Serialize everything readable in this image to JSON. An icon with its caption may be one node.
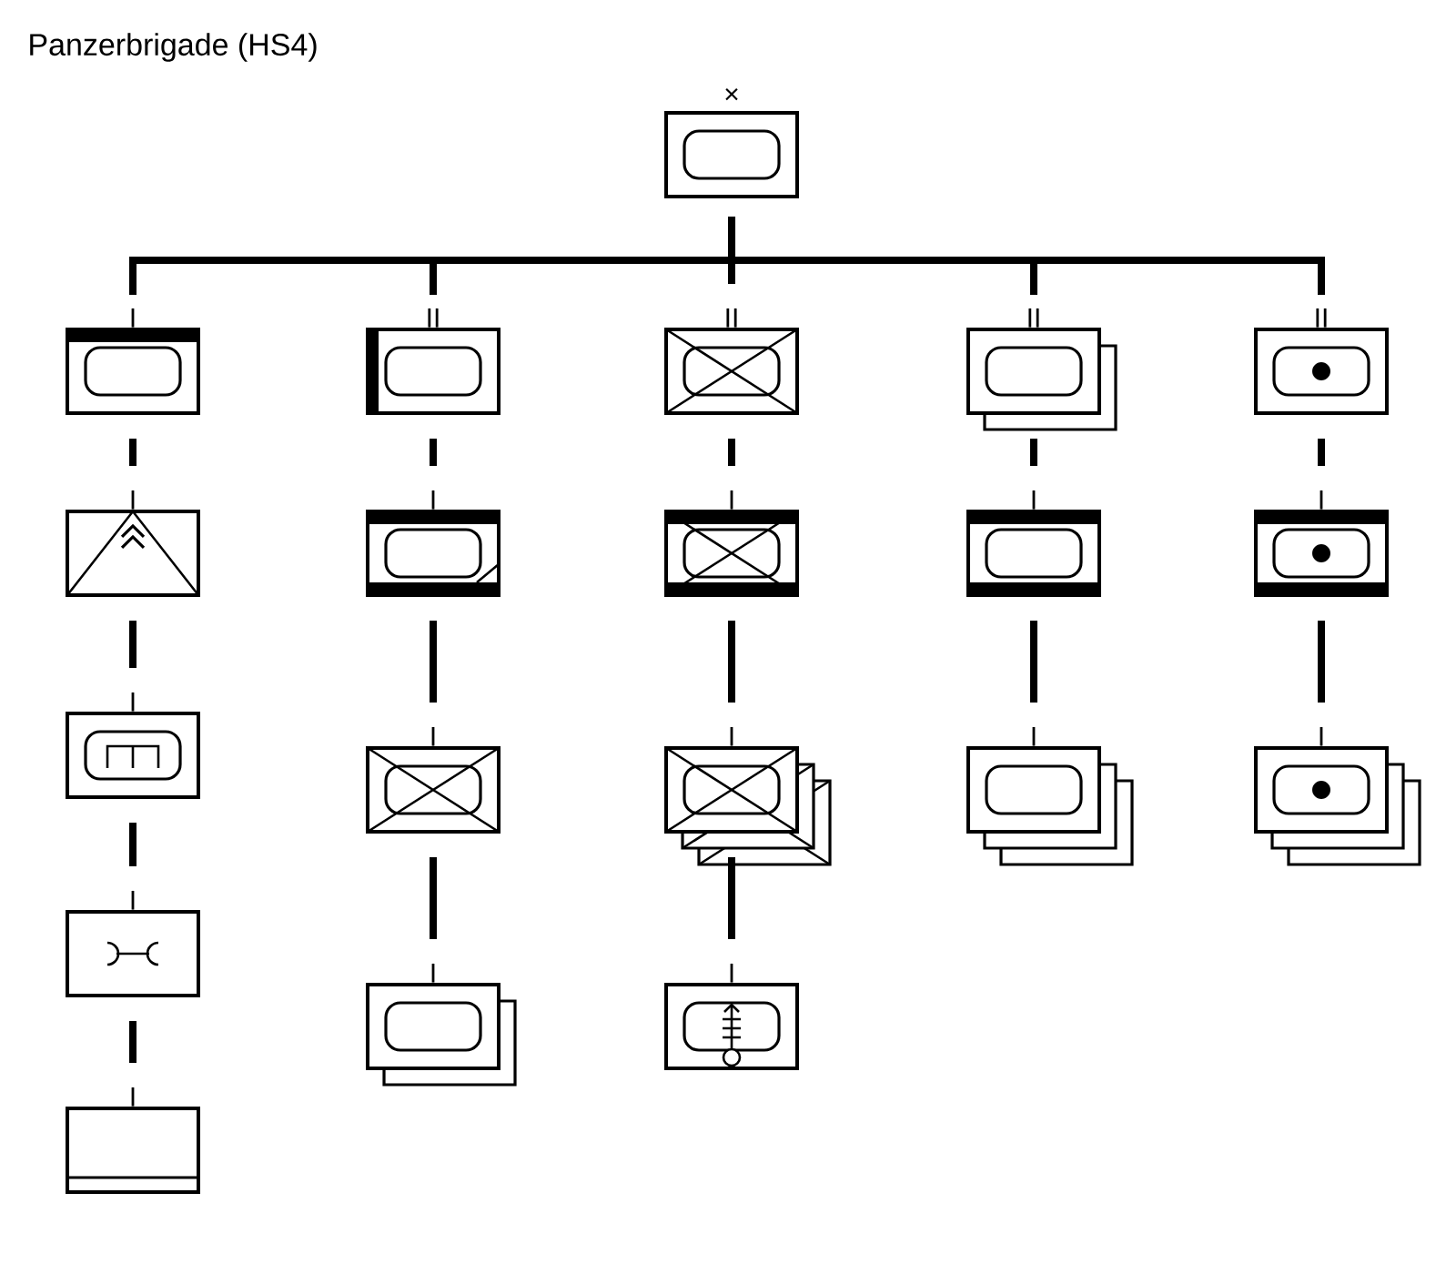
{
  "diagram": {
    "title": "Panzerbrigade (HS4)",
    "nodes": [
      {
        "text": [],
        "shape": "box",
        "beside": [
          "×"
        ]
      },
      {
        "text": [],
        "shape": "box",
        "beside": [
          "I"
        ]
      },
      {
        "text": [],
        "shape": "box",
        "beside": [
          "I"
        ]
      },
      {
        "text": [],
        "shape": "box",
        "beside": [
          "I"
        ]
      },
      {
        "text": [],
        "shape": "box",
        "beside": [
          "I"
        ]
      },
      {
        "text": [],
        "shape": "box",
        "beside": [
          "I"
        ]
      },
      {
        "text": [],
        "shape": "box",
        "beside": [
          "II"
        ]
      },
      {
        "text": [],
        "shape": "box",
        "beside": [
          "I"
        ]
      },
      {
        "text": [],
        "shape": "box",
        "beside": [
          "I"
        ]
      },
      {
        "text": [],
        "shape": "box",
        "beside": [
          "I"
        ]
      },
      {
        "text": [],
        "shape": "box",
        "beside": [
          "II"
        ]
      },
      {
        "text": [],
        "shape": "box",
        "beside": [
          "I"
        ]
      },
      {
        "text": [],
        "shape": "box",
        "beside": [
          "I"
        ]
      },
      {
        "text": [],
        "shape": "box",
        "beside": [
          "I"
        ]
      },
      {
        "text": [],
        "shape": "box",
        "beside": [
          "II"
        ]
      },
      {
        "text": [],
        "shape": "box",
        "beside": [
          "I"
        ]
      },
      {
        "text": [],
        "shape": "box",
        "beside": [
          "I"
        ]
      },
      {
        "text": [],
        "shape": "box",
        "beside": [
          "II"
        ]
      },
      {
        "text": [],
        "shape": "box",
        "beside": [
          "I"
        ]
      },
      {
        "text": [],
        "shape": "box",
        "beside": [
          "I"
        ]
      }
    ],
    "edges": [
      {
        "from": 0,
        "to": 1,
        "arrow": "none"
      },
      {
        "from": 0,
        "to": 6,
        "arrow": "none"
      },
      {
        "from": 0,
        "to": 10,
        "arrow": "none"
      },
      {
        "from": 0,
        "to": 14,
        "arrow": "none"
      },
      {
        "from": 0,
        "to": 17,
        "arrow": "none"
      },
      {
        "from": 1,
        "to": 2,
        "arrow": "none"
      },
      {
        "from": 2,
        "to": 3,
        "arrow": "none"
      },
      {
        "from": 3,
        "to": 4,
        "arrow": "none"
      },
      {
        "from": 4,
        "to": 5,
        "arrow": "none"
      },
      {
        "from": 6,
        "to": 7,
        "arrow": "none"
      },
      {
        "from": 7,
        "to": 8,
        "arrow": "none"
      },
      {
        "from": 8,
        "to": 9,
        "arrow": "none"
      },
      {
        "from": 10,
        "to": 11,
        "arrow": "none"
      },
      {
        "from": 11,
        "to": 12,
        "arrow": "none"
      },
      {
        "from": 12,
        "to": 13,
        "arrow": "none"
      },
      {
        "from": 14,
        "to": 15,
        "arrow": "none"
      },
      {
        "from": 15,
        "to": 16,
        "arrow": "none"
      },
      {
        "from": 17,
        "to": 18,
        "arrow": "none"
      },
      {
        "from": 18,
        "to": 19,
        "arrow": "none"
      }
    ]
  }
}
